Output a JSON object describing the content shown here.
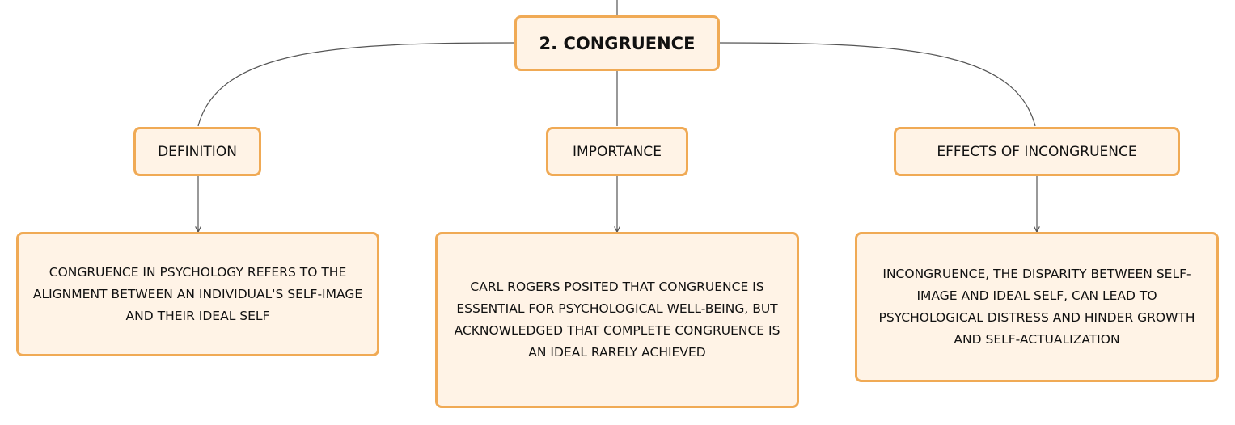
{
  "root": {
    "label": "2. CONGRUENCE"
  },
  "branches": [
    {
      "label": "DEFINITION",
      "detail": "CONGRUENCE IN PSYCHOLOGY REFERS TO THE ALIGNMENT BETWEEN AN INDIVIDUAL'S SELF-IMAGE AND THEIR IDEAL SELF"
    },
    {
      "label": "IMPORTANCE",
      "detail": "CARL ROGERS POSITED THAT CONGRUENCE IS ESSENTIAL FOR PSYCHOLOGICAL WELL-BEING, BUT ACKNOWLEDGED THAT COMPLETE CONGRUENCE IS AN IDEAL RARELY ACHIEVED"
    },
    {
      "label": "EFFECTS OF INCONGRUENCE",
      "detail": "INCONGRUENCE, THE DISPARITY BETWEEN SELF-IMAGE AND IDEAL SELF, CAN LEAD TO PSYCHOLOGICAL DISTRESS AND HINDER GROWTH AND SELF-ACTUALIZATION"
    }
  ],
  "colors": {
    "node_fill": "#fff3e6",
    "node_border": "#f0aa55",
    "connector": "#555555"
  }
}
